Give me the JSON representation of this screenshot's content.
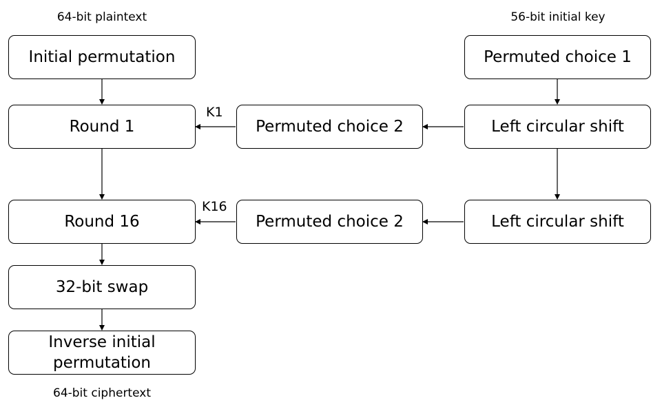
{
  "captions": {
    "plaintext": "64-bit plaintext",
    "key": "56-bit initial key",
    "ciphertext": "64-bit ciphertext"
  },
  "left_column": {
    "initial_permutation": "Initial permutation",
    "round1": "Round 1",
    "round16": "Round 16",
    "swap": "32-bit swap",
    "inverse_line1": "Inverse initial",
    "inverse_line2": "permutation"
  },
  "middle_column": {
    "pc2_top": "Permuted choice 2",
    "pc2_bottom": "Permuted choice 2"
  },
  "right_column": {
    "pc1": "Permuted choice 1",
    "shift_top": "Left circular shift",
    "shift_bottom": "Left circular shift"
  },
  "subkeys": {
    "k1": "K1",
    "k16": "K16"
  }
}
